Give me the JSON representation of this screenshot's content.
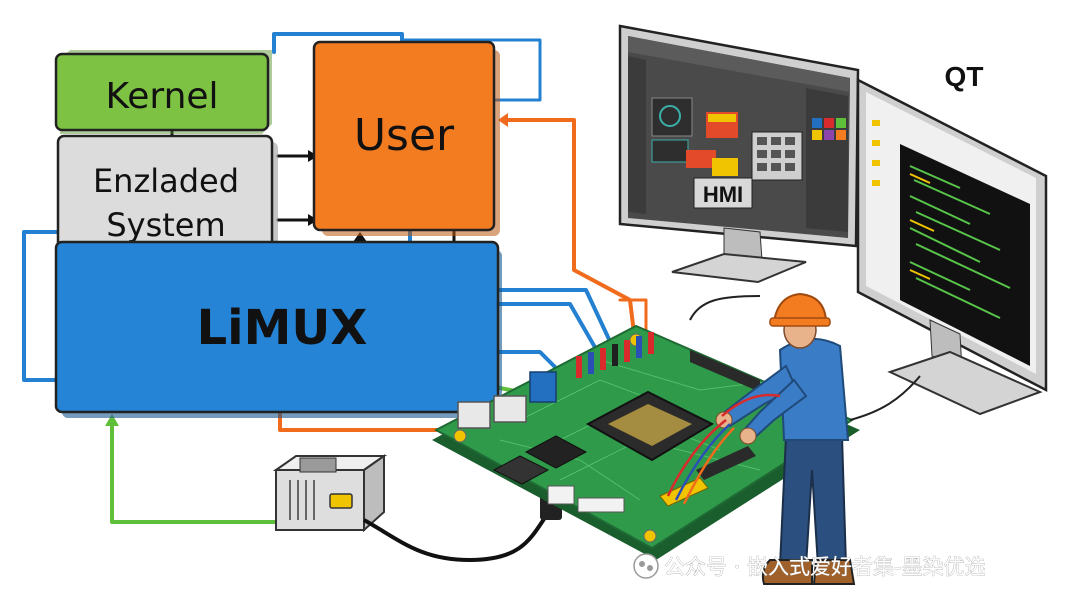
{
  "blocks": {
    "kernel": "Kernel",
    "embedded": [
      "Enzladed",
      "System"
    ],
    "user": "User",
    "linux": "LiMUX"
  },
  "monitors": {
    "qt_label": "QT",
    "hmi_label": "HMI"
  },
  "watermark": "公众号 · 嵌入式爱好者集-墨染优选",
  "colors": {
    "kernel": "#7dc242",
    "embedded": "#dcdcdc",
    "user": "#f47c20",
    "linux": "#2584d6",
    "pcb": "#2f9a4a",
    "blue_wire": "#2480d0",
    "orange_wire": "#f06b1c",
    "green_wire": "#5fbf3a",
    "worker_shirt": "#3a7cc6",
    "worker_hat": "#f47c20"
  }
}
